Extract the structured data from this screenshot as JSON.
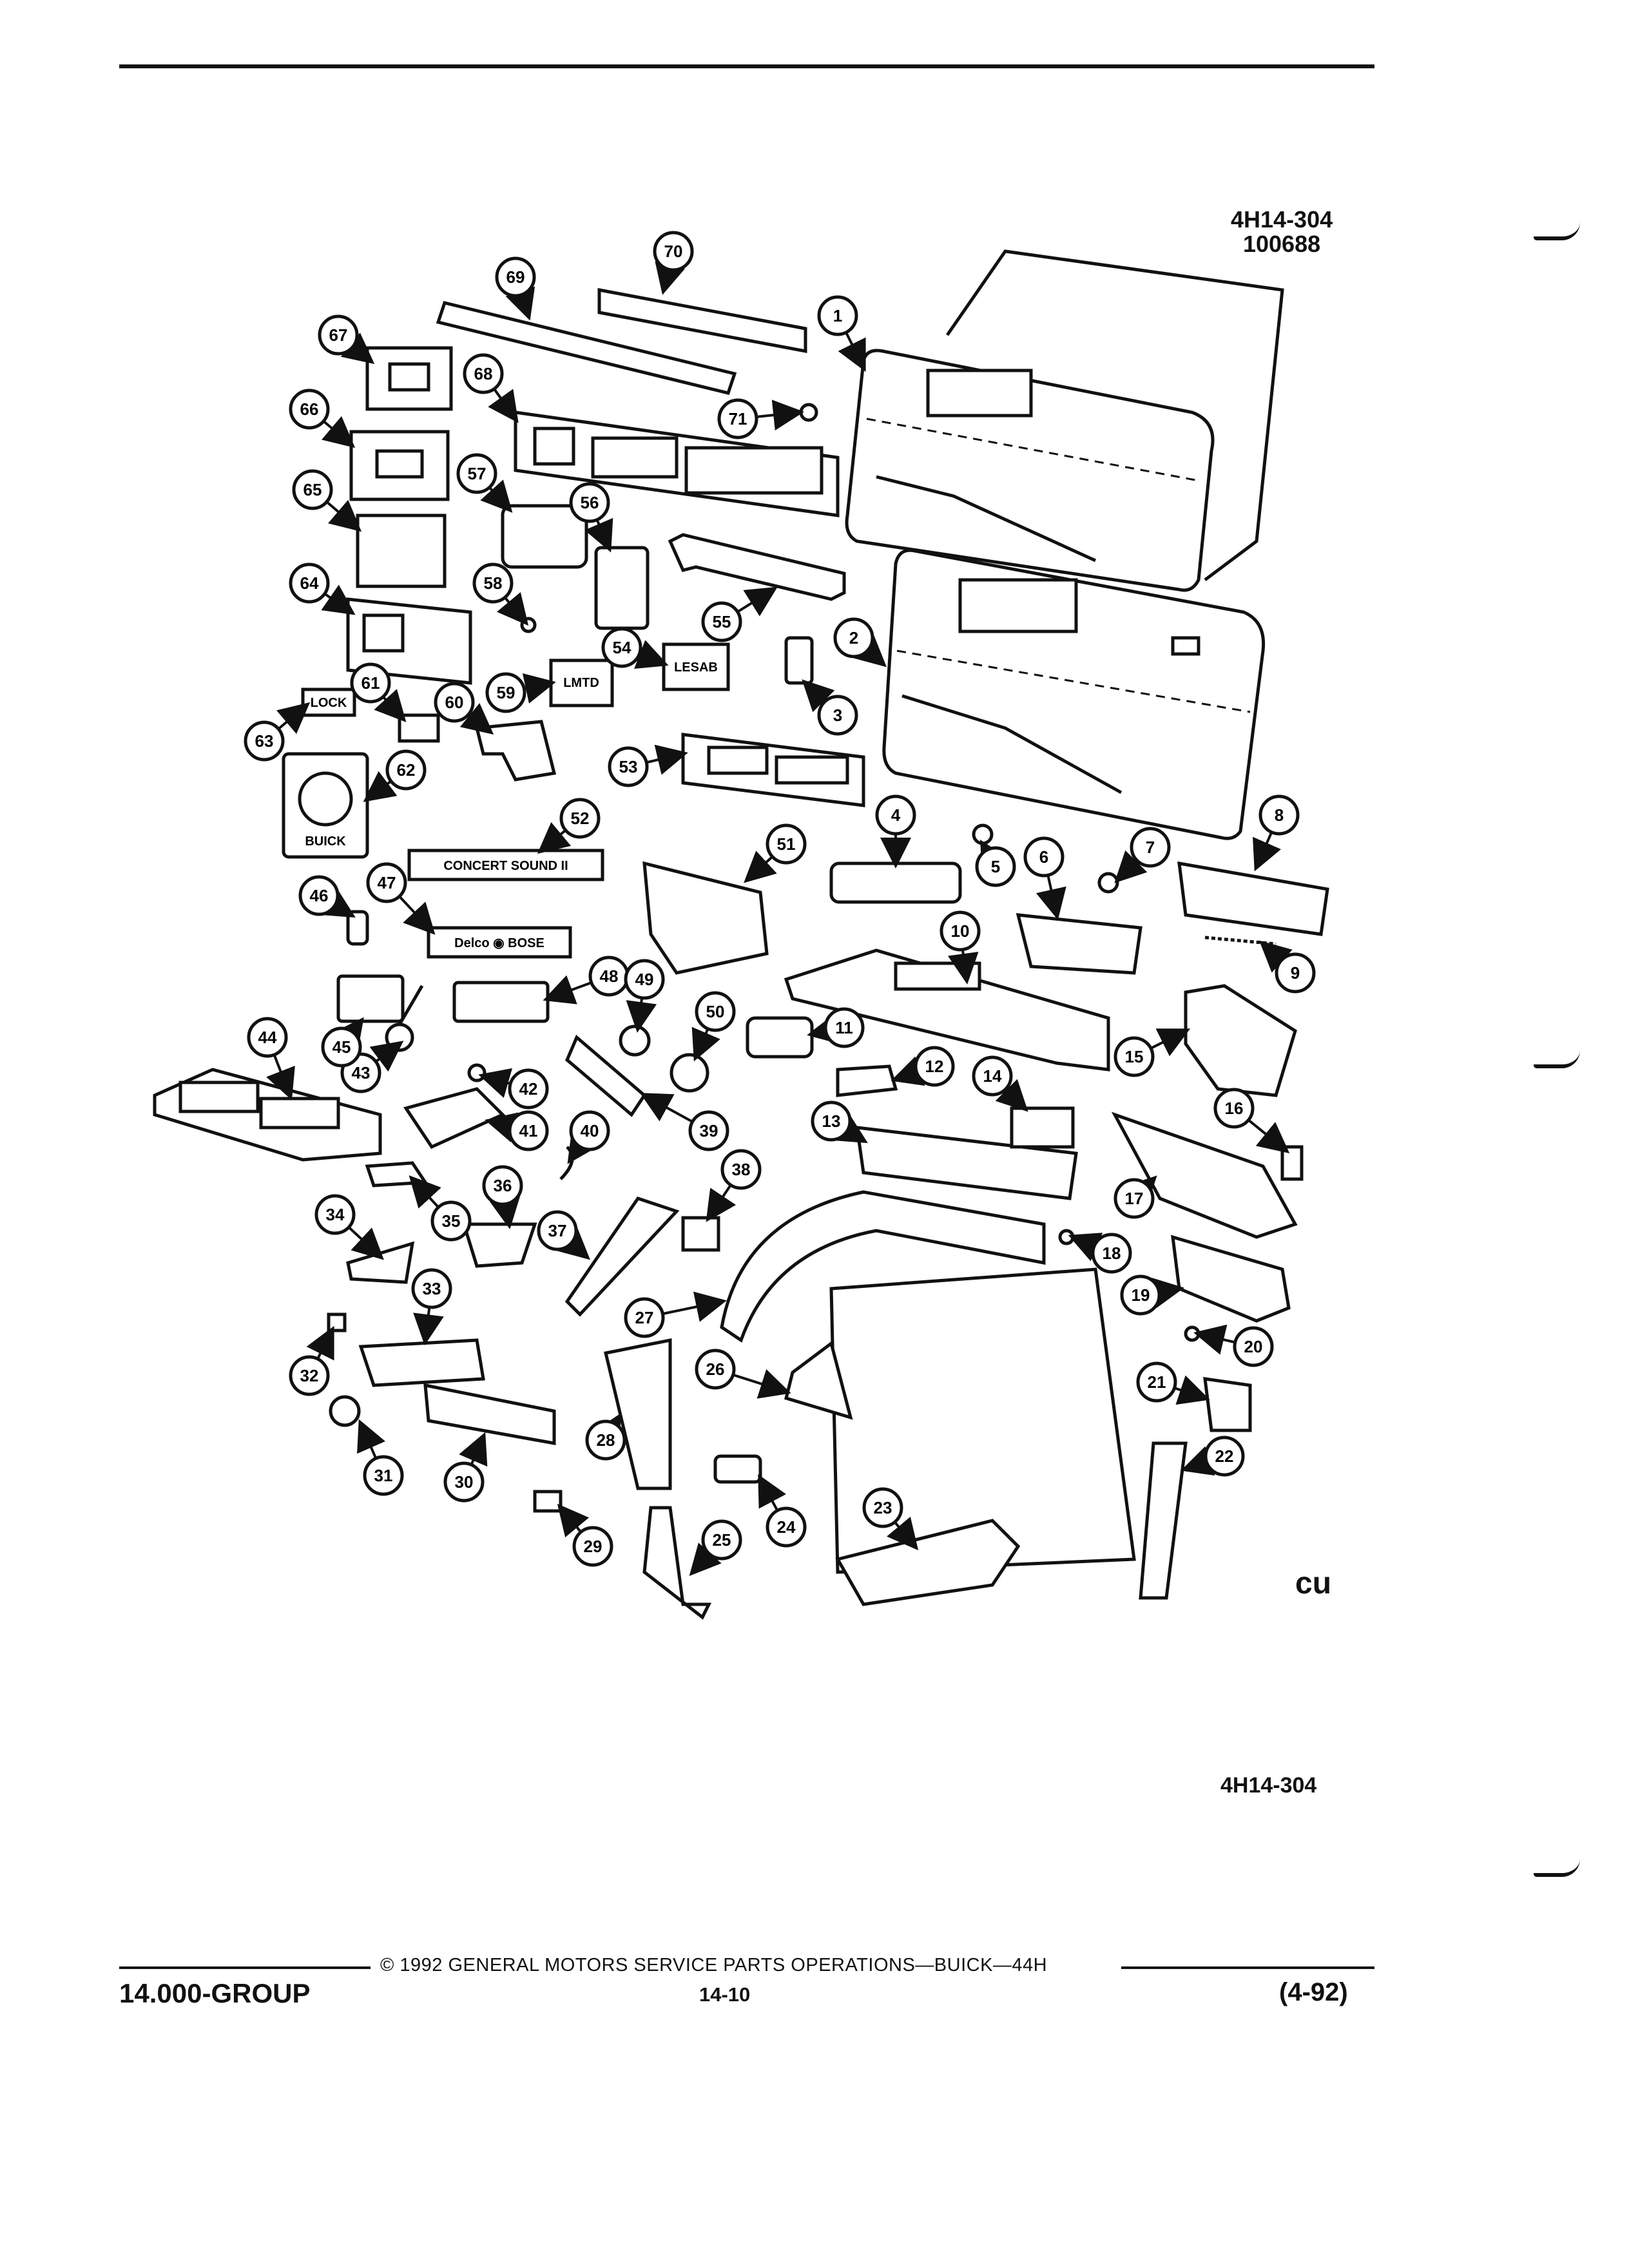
{
  "header": {
    "figure_id": "4H14-304",
    "figure_number": "100688"
  },
  "diagram": {
    "callouts": [
      "1",
      "2",
      "3",
      "4",
      "5",
      "6",
      "7",
      "8",
      "9",
      "10",
      "11",
      "12",
      "13",
      "14",
      "15",
      "16",
      "17",
      "18",
      "19",
      "20",
      "21",
      "22",
      "23",
      "24",
      "25",
      "26",
      "27",
      "28",
      "29",
      "30",
      "31",
      "32",
      "33",
      "34",
      "35",
      "36",
      "37",
      "38",
      "39",
      "40",
      "41",
      "42",
      "43",
      "44",
      "45",
      "46",
      "47",
      "48",
      "49",
      "50",
      "51",
      "52",
      "53",
      "54",
      "55",
      "56",
      "57",
      "58",
      "59",
      "60",
      "61",
      "62",
      "63",
      "64",
      "65",
      "66",
      "67",
      "68",
      "69",
      "70",
      "71"
    ],
    "labels": {
      "lock_label": "LOCK",
      "buick_badge": "BUICK",
      "concert_sound": "CONCERT SOUND II",
      "delco_bose": "Delco ◉ BOSE",
      "le_sabre": "LESAB",
      "limited": "LMTD"
    },
    "logo_mark": "cu"
  },
  "footer_ref": "4H14-304",
  "footer": {
    "copyright": "© 1992 GENERAL MOTORS SERVICE PARTS OPERATIONS—BUICK—44H",
    "group": "14.000-GROUP",
    "page": "14-10",
    "date": "(4-92)"
  }
}
